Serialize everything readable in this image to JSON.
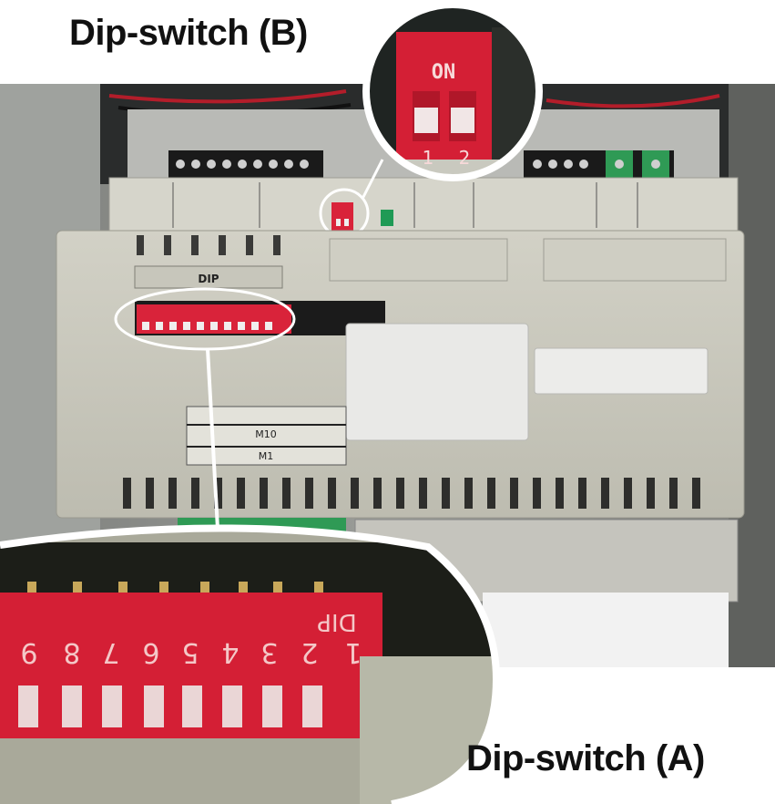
{
  "captions": {
    "dip_switch_b": "Dip-switch (B)",
    "dip_switch_a": "Dip-switch (A)"
  },
  "module": {
    "dip_panel_label": "DIP",
    "label_m10": "M10",
    "label_m1": "M1"
  },
  "zoom_b": {
    "on_label": "ON",
    "switch_numbers": [
      "1",
      "2"
    ]
  },
  "zoom_a": {
    "dip_label": "DIP",
    "switch_numbers": [
      "1",
      "2",
      "3",
      "4",
      "5",
      "6",
      "7",
      "8",
      "9"
    ]
  },
  "colors": {
    "housing": "#c9c8bd",
    "switch_red": "#d9233a",
    "terminal_black": "#1a1a1a",
    "terminal_green": "#2f9a55",
    "background_gray": "#8d8f8c"
  }
}
